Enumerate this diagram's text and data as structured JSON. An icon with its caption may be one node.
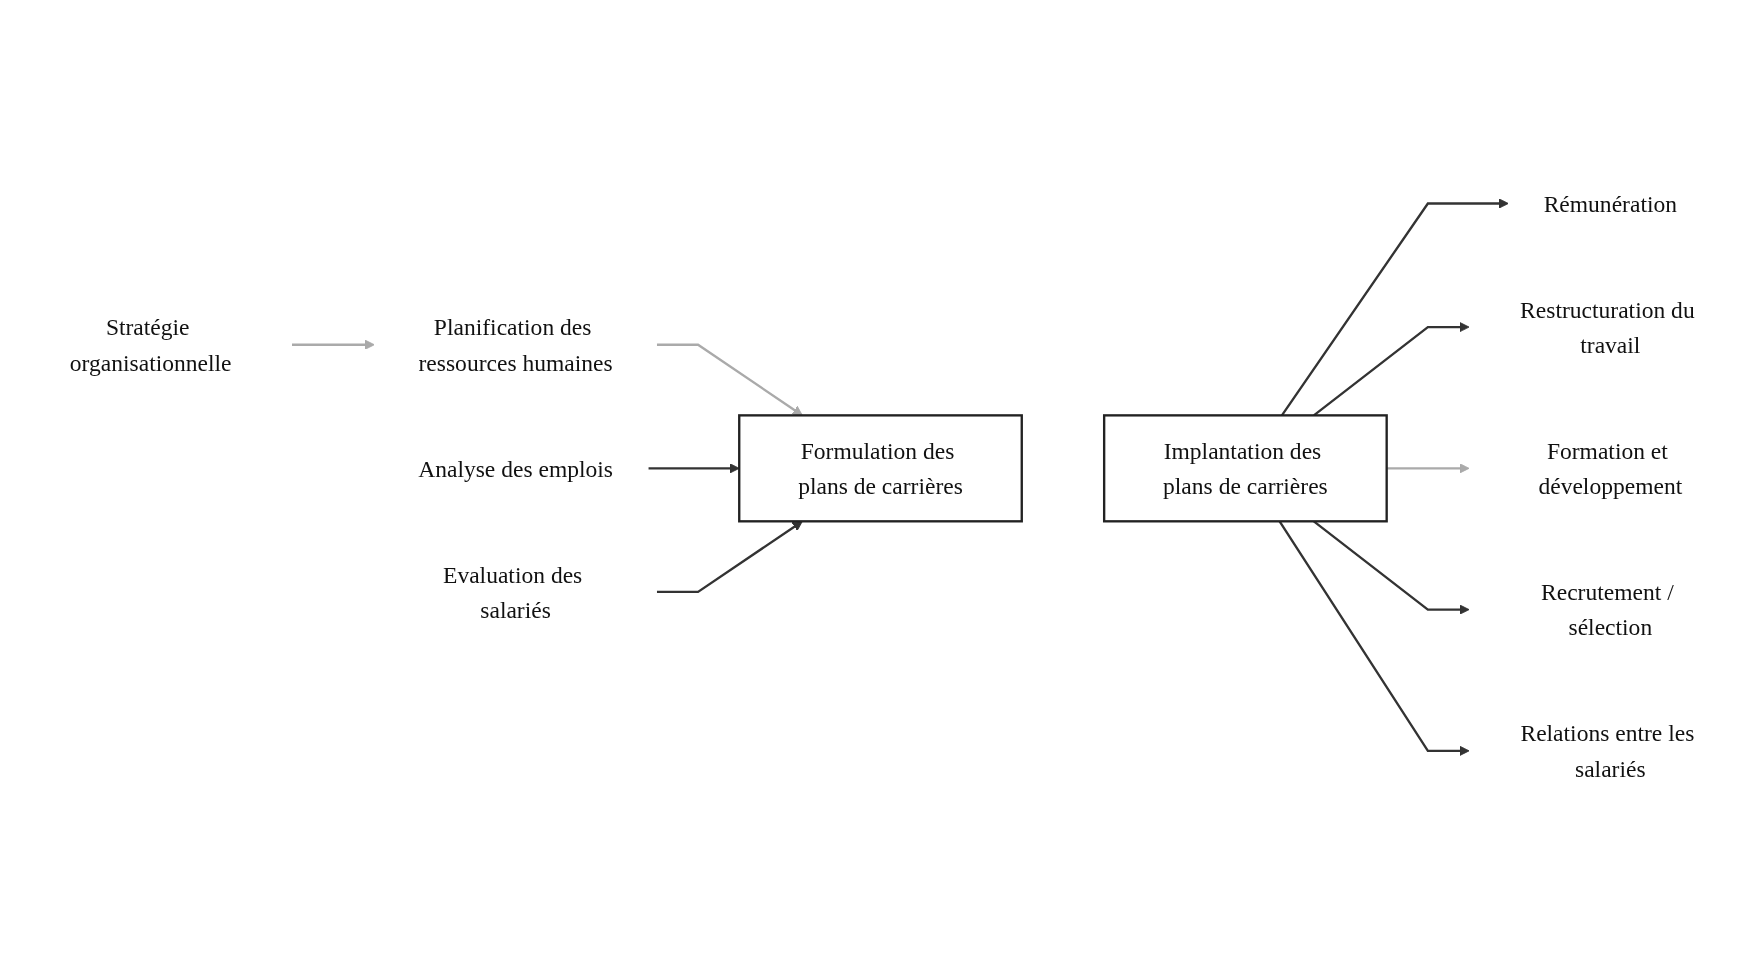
{
  "diagram": {
    "nodes": [
      {
        "text": [
          "Stratégie organisationnelle"
        ]
      },
      {
        "text": [
          "Planification des ressources humaines"
        ]
      },
      {
        "text": [
          "Analyse des emplois"
        ]
      },
      {
        "text": [
          "Evaluation des salariés"
        ]
      },
      {
        "text": [
          "Formulation des plans de carrières"
        ]
      },
      {
        "text": [
          "Implantation des plans de carrières"
        ]
      },
      {
        "text": [
          "Rémunération"
        ]
      },
      {
        "text": [
          "Restructuration du travail"
        ]
      },
      {
        "text": [
          "Formation et développement"
        ]
      },
      {
        "text": [
          "Recrutement / sélection"
        ]
      },
      {
        "text": [
          "Relations entre les salariés"
        ]
      }
    ],
    "edges": [
      {
        "from": 0,
        "to": 1,
        "arrow": "to",
        "color": "#aaaaaa"
      },
      {
        "from": 1,
        "to": 4,
        "arrow": "to",
        "color": "#aaaaaa"
      },
      {
        "from": 2,
        "to": 4,
        "arrow": "to"
      },
      {
        "from": 3,
        "to": 4,
        "arrow": "to"
      },
      {
        "from": 5,
        "to": 6,
        "arrow": "to"
      },
      {
        "from": 5,
        "to": 7,
        "arrow": "to"
      },
      {
        "from": 5,
        "to": 8,
        "arrow": "to",
        "color": "#aaaaaa"
      },
      {
        "from": 5,
        "to": 9,
        "arrow": "to"
      },
      {
        "from": 5,
        "to": 10,
        "arrow": "to"
      }
    ]
  }
}
